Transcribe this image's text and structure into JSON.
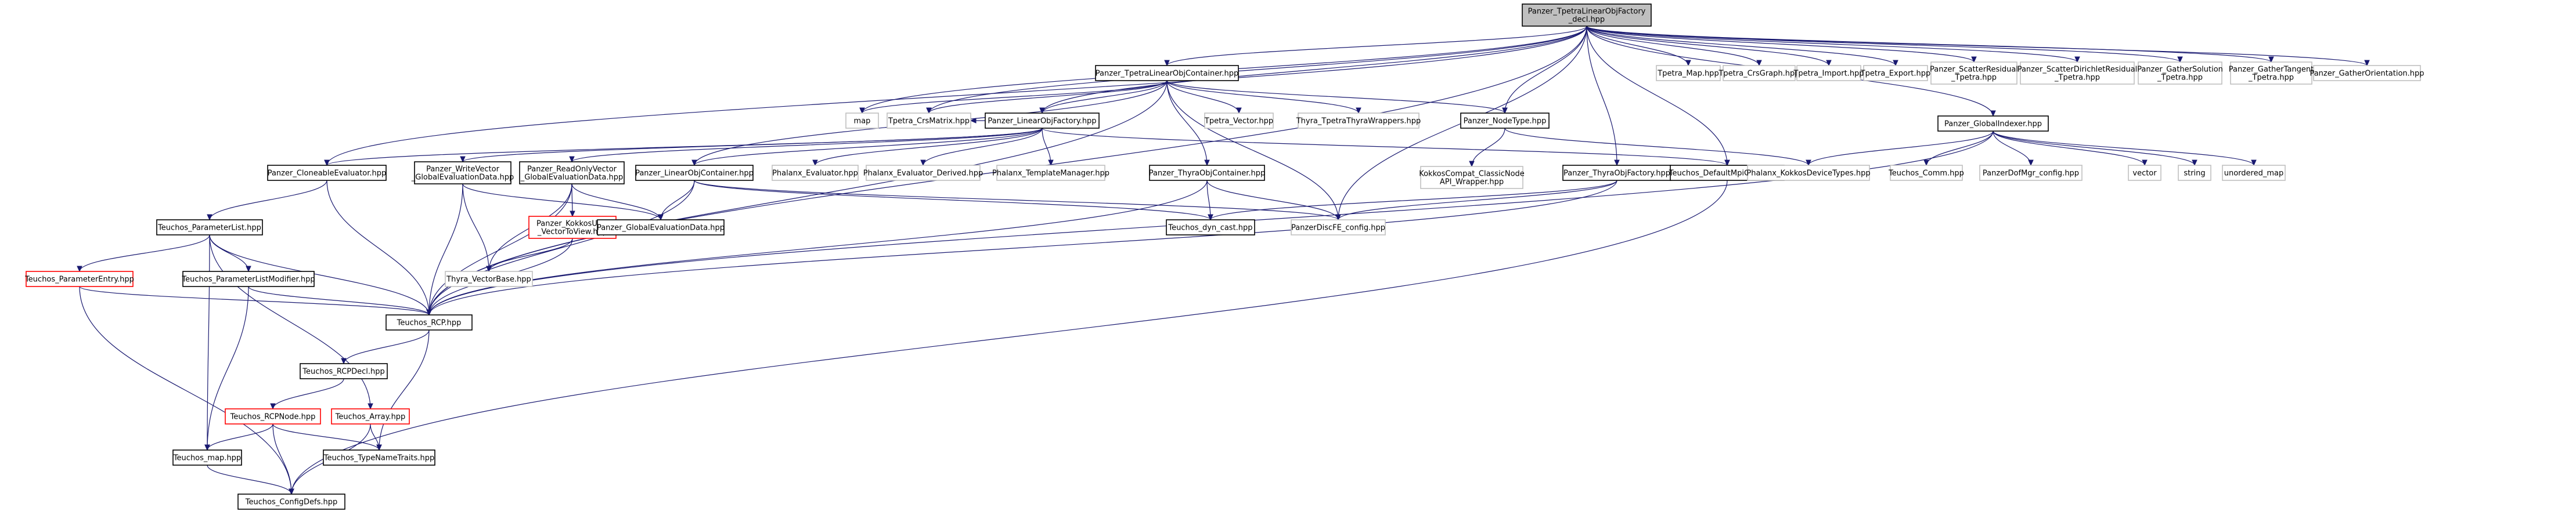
{
  "graph": {
    "title": "Panzer_TpetraLinearObjFactory_decl.hpp include dependency graph",
    "root": "root",
    "nodes": [
      {
        "id": "root",
        "lines": [
          "Panzer_TpetraLinearObjFactory",
          "_decl.hpp"
        ],
        "style": "root"
      },
      {
        "id": "map",
        "lines": [
          "map"
        ],
        "style": "gray"
      },
      {
        "id": "tpetra_crsmatrix",
        "lines": [
          "Tpetra_CrsMatrix.hpp"
        ],
        "style": "gray"
      },
      {
        "id": "tpetra_loc",
        "lines": [
          "Panzer_TpetraLinearObjContainer.hpp"
        ],
        "style": "black"
      },
      {
        "id": "linobjfactory",
        "lines": [
          "Panzer_LinearObjFactory.hpp"
        ],
        "style": "black"
      },
      {
        "id": "tpetra_vector",
        "lines": [
          "Tpetra_Vector.hpp"
        ],
        "style": "gray"
      },
      {
        "id": "thyra_tpetra_wrappers",
        "lines": [
          "Thyra_TpetraThyraWrappers.hpp"
        ],
        "style": "gray"
      },
      {
        "id": "nodetype",
        "lines": [
          "Panzer_NodeType.hpp"
        ],
        "style": "black"
      },
      {
        "id": "tpetra_map",
        "lines": [
          "Tpetra_Map.hpp"
        ],
        "style": "gray"
      },
      {
        "id": "tpetra_crsgraph",
        "lines": [
          "Tpetra_CrsGraph.hpp"
        ],
        "style": "gray"
      },
      {
        "id": "tpetra_import",
        "lines": [
          "Tpetra_Import.hpp"
        ],
        "style": "gray"
      },
      {
        "id": "tpetra_export",
        "lines": [
          "Tpetra_Export.hpp"
        ],
        "style": "gray"
      },
      {
        "id": "scatter_residual",
        "lines": [
          "Panzer_ScatterResidual",
          "_Tpetra.hpp"
        ],
        "style": "gray"
      },
      {
        "id": "scatter_dirichlet",
        "lines": [
          "Panzer_ScatterDirichletResidual",
          "_Tpetra.hpp"
        ],
        "style": "gray"
      },
      {
        "id": "gather_solution",
        "lines": [
          "Panzer_GatherSolution",
          "_Tpetra.hpp"
        ],
        "style": "gray"
      },
      {
        "id": "gather_tangent",
        "lines": [
          "Panzer_GatherTangent",
          "_Tpetra.hpp"
        ],
        "style": "gray"
      },
      {
        "id": "gather_orientation",
        "lines": [
          "Panzer_GatherOrientation.hpp"
        ],
        "style": "gray"
      },
      {
        "id": "cloneable_evaluator",
        "lines": [
          "Panzer_CloneableEvaluator.hpp"
        ],
        "style": "black"
      },
      {
        "id": "write_vector",
        "lines": [
          "Panzer_WriteVector",
          "_GlobalEvaluationData.hpp"
        ],
        "style": "black"
      },
      {
        "id": "readonly_vector",
        "lines": [
          "Panzer_ReadOnlyVector",
          "_GlobalEvaluationData.hpp"
        ],
        "style": "black"
      },
      {
        "id": "linear_obj_container",
        "lines": [
          "Panzer_LinearObjContainer.hpp"
        ],
        "style": "black"
      },
      {
        "id": "phalanx_evaluator",
        "lines": [
          "Phalanx_Evaluator.hpp"
        ],
        "style": "gray"
      },
      {
        "id": "phalanx_evaluator_derived",
        "lines": [
          "Phalanx_Evaluator_Derived.hpp"
        ],
        "style": "gray"
      },
      {
        "id": "phalanx_template_manager",
        "lines": [
          "Phalanx_TemplateManager.hpp"
        ],
        "style": "gray"
      },
      {
        "id": "thyra_obj_container",
        "lines": [
          "Panzer_ThyraObjContainer.hpp"
        ],
        "style": "black"
      },
      {
        "id": "kokkoscompat",
        "lines": [
          "KokkosCompat_ClassicNode",
          "API_Wrapper.hpp"
        ],
        "style": "gray"
      },
      {
        "id": "thyra_obj_factory",
        "lines": [
          "Panzer_ThyraObjFactory.hpp"
        ],
        "style": "black"
      },
      {
        "id": "teuchos_default_mpicomm",
        "lines": [
          "Teuchos_DefaultMpiComm.hpp"
        ],
        "style": "black"
      },
      {
        "id": "global_indexer",
        "lines": [
          "Panzer_GlobalIndexer.hpp"
        ],
        "style": "black"
      },
      {
        "id": "phalanx_kokkos_device",
        "lines": [
          "Phalanx_KokkosDeviceTypes.hpp"
        ],
        "style": "gray"
      },
      {
        "id": "teuchos_comm",
        "lines": [
          "Teuchos_Comm.hpp"
        ],
        "style": "gray"
      },
      {
        "id": "panzer_dofmgr_config",
        "lines": [
          "PanzerDofMgr_config.hpp"
        ],
        "style": "gray"
      },
      {
        "id": "vector",
        "lines": [
          "vector"
        ],
        "style": "gray"
      },
      {
        "id": "string",
        "lines": [
          "string"
        ],
        "style": "gray"
      },
      {
        "id": "unordered_map",
        "lines": [
          "unordered_map"
        ],
        "style": "gray"
      },
      {
        "id": "teuchos_parameterlist",
        "lines": [
          "Teuchos_ParameterList.hpp"
        ],
        "style": "black"
      },
      {
        "id": "kokkos_utils",
        "lines": [
          "Panzer_KokkosUtils",
          "_VectorToView.hpp"
        ],
        "style": "red"
      },
      {
        "id": "global_eval_data",
        "lines": [
          "Panzer_GlobalEvaluationData.hpp"
        ],
        "style": "black"
      },
      {
        "id": "teuchos_dyn_cast",
        "lines": [
          "Teuchos_dyn_cast.hpp"
        ],
        "style": "black"
      },
      {
        "id": "panzer_dofe_config",
        "lines": [
          "PanzerDiscFE_config.hpp"
        ],
        "style": "gray"
      },
      {
        "id": "teuchos_parameterentry",
        "lines": [
          "Teuchos_ParameterEntry.hpp"
        ],
        "style": "red"
      },
      {
        "id": "teuchos_plmodifier",
        "lines": [
          "Teuchos_ParameterListModifier.hpp"
        ],
        "style": "black"
      },
      {
        "id": "thyra_vectorbase",
        "lines": [
          "Thyra_VectorBase.hpp"
        ],
        "style": "gray"
      },
      {
        "id": "teuchos_rcp",
        "lines": [
          "Teuchos_RCP.hpp"
        ],
        "style": "black"
      },
      {
        "id": "teuchos_rcpdecl",
        "lines": [
          "Teuchos_RCPDecl.hpp"
        ],
        "style": "black"
      },
      {
        "id": "teuchos_rcpnode",
        "lines": [
          "Teuchos_RCPNode.hpp"
        ],
        "style": "red"
      },
      {
        "id": "teuchos_array",
        "lines": [
          "Teuchos_Array.hpp"
        ],
        "style": "red"
      },
      {
        "id": "teuchos_map",
        "lines": [
          "Teuchos_map.hpp"
        ],
        "style": "black"
      },
      {
        "id": "teuchos_typenametraits",
        "lines": [
          "Teuchos_TypeNameTraits.hpp"
        ],
        "style": "black"
      },
      {
        "id": "teuchos_configdefs",
        "lines": [
          "Teuchos_ConfigDefs.hpp"
        ],
        "style": "black"
      }
    ],
    "edges": [
      [
        "root",
        "map"
      ],
      [
        "root",
        "tpetra_crsmatrix"
      ],
      [
        "root",
        "tpetra_loc"
      ],
      [
        "root",
        "linobjfactory"
      ],
      [
        "root",
        "nodetype"
      ],
      [
        "root",
        "tpetra_map"
      ],
      [
        "root",
        "tpetra_crsgraph"
      ],
      [
        "root",
        "tpetra_import"
      ],
      [
        "root",
        "tpetra_export"
      ],
      [
        "root",
        "scatter_residual"
      ],
      [
        "root",
        "scatter_dirichlet"
      ],
      [
        "root",
        "gather_solution"
      ],
      [
        "root",
        "gather_tangent"
      ],
      [
        "root",
        "gather_orientation"
      ],
      [
        "root",
        "cloneable_evaluator"
      ],
      [
        "root",
        "thyra_obj_factory"
      ],
      [
        "root",
        "teuchos_default_mpicomm"
      ],
      [
        "root",
        "global_indexer"
      ],
      [
        "root",
        "panzer_dofe_config"
      ],
      [
        "root",
        "teuchos_rcp"
      ],
      [
        "tpetra_loc",
        "map"
      ],
      [
        "tpetra_loc",
        "tpetra_crsmatrix"
      ],
      [
        "tpetra_loc",
        "linobjfactory"
      ],
      [
        "tpetra_loc",
        "tpetra_vector"
      ],
      [
        "tpetra_loc",
        "thyra_tpetra_wrappers"
      ],
      [
        "tpetra_loc",
        "nodetype"
      ],
      [
        "tpetra_loc",
        "linear_obj_container"
      ],
      [
        "tpetra_loc",
        "thyra_obj_container"
      ],
      [
        "tpetra_loc",
        "panzer_dofe_config"
      ],
      [
        "tpetra_loc",
        "teuchos_rcp"
      ],
      [
        "linobjfactory",
        "tpetra_crsmatrix"
      ],
      [
        "linobjfactory",
        "cloneable_evaluator"
      ],
      [
        "linobjfactory",
        "write_vector"
      ],
      [
        "linobjfactory",
        "readonly_vector"
      ],
      [
        "linobjfactory",
        "linear_obj_container"
      ],
      [
        "linobjfactory",
        "phalanx_evaluator"
      ],
      [
        "linobjfactory",
        "phalanx_evaluator_derived"
      ],
      [
        "linobjfactory",
        "phalanx_template_manager"
      ],
      [
        "linobjfactory",
        "teuchos_default_mpicomm"
      ],
      [
        "nodetype",
        "kokkoscompat"
      ],
      [
        "nodetype",
        "phalanx_kokkos_device"
      ],
      [
        "cloneable_evaluator",
        "teuchos_parameterlist"
      ],
      [
        "cloneable_evaluator",
        "teuchos_rcp"
      ],
      [
        "write_vector",
        "global_eval_data"
      ],
      [
        "write_vector",
        "thyra_vectorbase"
      ],
      [
        "write_vector",
        "teuchos_rcp"
      ],
      [
        "readonly_vector",
        "kokkos_utils"
      ],
      [
        "readonly_vector",
        "global_eval_data"
      ],
      [
        "readonly_vector",
        "thyra_vectorbase"
      ],
      [
        "readonly_vector",
        "teuchos_rcp"
      ],
      [
        "linear_obj_container",
        "global_eval_data"
      ],
      [
        "linear_obj_container",
        "teuchos_dyn_cast"
      ],
      [
        "linear_obj_container",
        "panzer_dofe_config"
      ],
      [
        "linear_obj_container",
        "teuchos_rcp"
      ],
      [
        "thyra_obj_container",
        "teuchos_dyn_cast"
      ],
      [
        "thyra_obj_container",
        "panzer_dofe_config"
      ],
      [
        "thyra_obj_container",
        "teuchos_rcp"
      ],
      [
        "thyra_obj_factory",
        "teuchos_dyn_cast"
      ],
      [
        "thyra_obj_factory",
        "panzer_dofe_config"
      ],
      [
        "thyra_obj_factory",
        "teuchos_rcp"
      ],
      [
        "teuchos_default_mpicomm",
        "teuchos_configdefs"
      ],
      [
        "global_indexer",
        "phalanx_kokkos_device"
      ],
      [
        "global_indexer",
        "teuchos_comm"
      ],
      [
        "global_indexer",
        "panzer_dofmgr_config"
      ],
      [
        "global_indexer",
        "vector"
      ],
      [
        "global_indexer",
        "string"
      ],
      [
        "global_indexer",
        "unordered_map"
      ],
      [
        "global_indexer",
        "teuchos_rcp"
      ],
      [
        "teuchos_parameterlist",
        "teuchos_parameterentry"
      ],
      [
        "teuchos_parameterlist",
        "teuchos_plmodifier"
      ],
      [
        "teuchos_parameterlist",
        "teuchos_rcp"
      ],
      [
        "teuchos_parameterlist",
        "teuchos_array"
      ],
      [
        "teuchos_parameterlist",
        "teuchos_map"
      ],
      [
        "kokkos_utils",
        "thyra_vectorbase"
      ],
      [
        "kokkos_utils",
        "teuchos_rcp"
      ],
      [
        "teuchos_parameterentry",
        "teuchos_rcp"
      ],
      [
        "teuchos_parameterentry",
        "teuchos_configdefs"
      ],
      [
        "teuchos_plmodifier",
        "teuchos_rcp"
      ],
      [
        "teuchos_plmodifier",
        "teuchos_map"
      ],
      [
        "teuchos_rcp",
        "teuchos_rcpdecl"
      ],
      [
        "teuchos_rcp",
        "teuchos_typenametraits"
      ],
      [
        "teuchos_rcpdecl",
        "teuchos_rcpnode"
      ],
      [
        "teuchos_rcpnode",
        "teuchos_map"
      ],
      [
        "teuchos_rcpnode",
        "teuchos_typenametraits"
      ],
      [
        "teuchos_rcpnode",
        "teuchos_configdefs"
      ],
      [
        "teuchos_array",
        "teuchos_typenametraits"
      ],
      [
        "teuchos_array",
        "teuchos_configdefs"
      ],
      [
        "teuchos_map",
        "teuchos_configdefs"
      ]
    ]
  }
}
